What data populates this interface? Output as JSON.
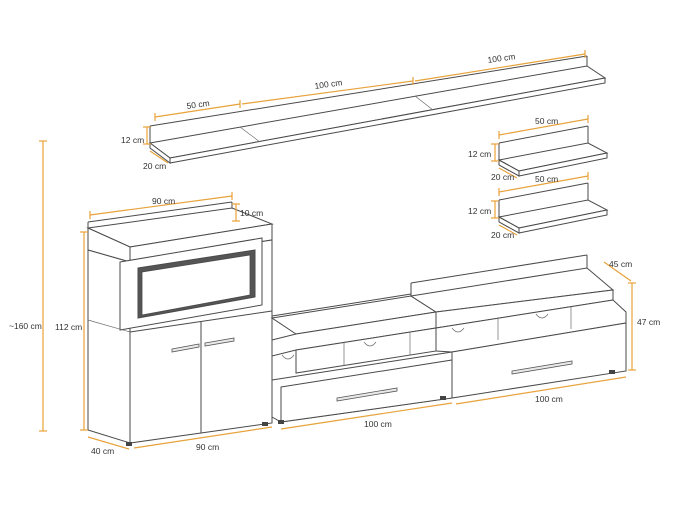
{
  "colors": {
    "dimension": "#e8a23a",
    "outline": "#4a4a4a",
    "background": "#ffffff"
  },
  "labels": {
    "shelf_long_1": "100 cm",
    "shelf_long_2": "100 cm",
    "shelf_long_3": "50 cm",
    "shelf_long_height": "12 cm",
    "shelf_long_depth": "20 cm",
    "shelf_small_1_width": "50 cm",
    "shelf_small_1_height": "12 cm",
    "shelf_small_1_depth": "20 cm",
    "shelf_small_2_width": "50 cm",
    "shelf_small_2_height": "12 cm",
    "shelf_small_2_depth": "20 cm",
    "cabinet_top_width": "90 cm",
    "cabinet_top_height": "10 cm",
    "cabinet_height": "112 cm",
    "total_height": "~160 cm",
    "cabinet_depth": "40 cm",
    "cabinet_width": "90 cm",
    "tv_unit_1_width": "100 cm",
    "tv_unit_2_width": "100 cm",
    "tv_unit_depth": "45 cm",
    "tv_unit_height": "47 cm"
  }
}
